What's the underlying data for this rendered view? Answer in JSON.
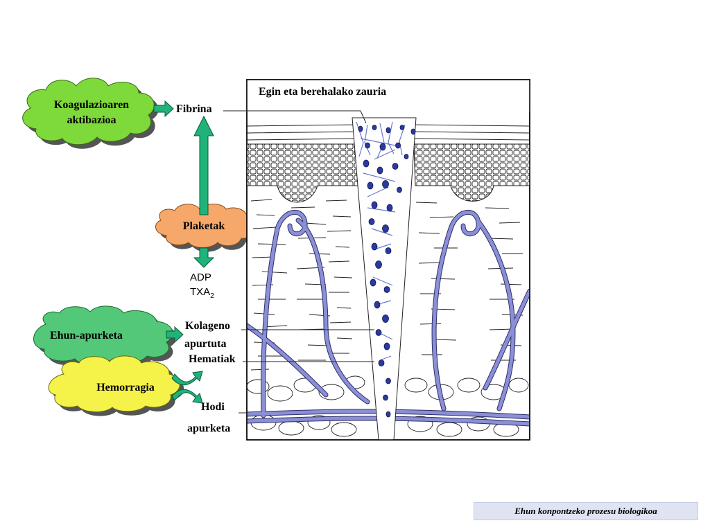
{
  "panel": {
    "title": "Egin eta berehalako zauria"
  },
  "clouds": {
    "coagulation": {
      "line1": "Koagulazioaren",
      "line2": "aktibazioa",
      "color": "#7ed93a"
    },
    "platelets": {
      "label": "Plaketak",
      "color": "#f5a86a"
    },
    "tissue": {
      "label": "Ehun-apurketa",
      "color": "#52c878"
    },
    "hemorrhage": {
      "label": "Hemorragia",
      "color": "#f5f24a"
    }
  },
  "labels": {
    "fibrin": "Fibrina",
    "adp": "ADP",
    "txa": "TXA",
    "txa_sub": "2",
    "collagen_1": "Kolageno",
    "collagen_2": "apurtuta",
    "erythrocytes": "Hematiak",
    "vessel_1": "Hodi",
    "vessel_2": "apurketa"
  },
  "footer": {
    "text": "Ehun konpontzeko prozesu biologikoa"
  },
  "colors": {
    "arrow": "#1fb37a",
    "vessel": "#8a8fd6",
    "cell": "#2b3aa0"
  }
}
